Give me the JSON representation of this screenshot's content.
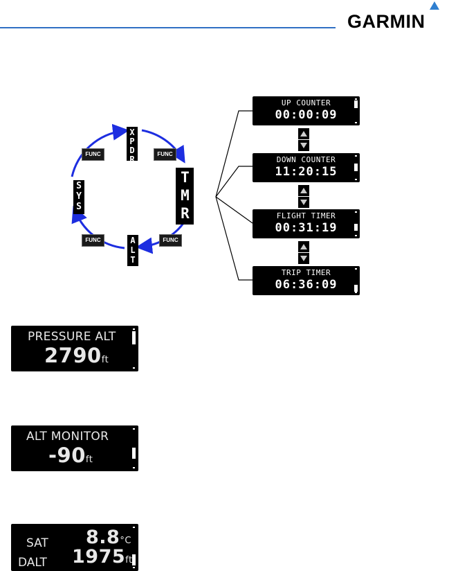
{
  "header": {
    "brand": "GARMIN"
  },
  "mode_cycle": {
    "modes": [
      "XPDR",
      "TMR",
      "ALT",
      "SYS"
    ],
    "func_label": "FUNC"
  },
  "timers": [
    {
      "title": "UP COUNTER",
      "value": "00:00:09"
    },
    {
      "title": "DOWN COUNTER",
      "value": "11:20:15"
    },
    {
      "title": "FLIGHT TIMER",
      "value": "00:31:19"
    },
    {
      "title": "TRIP TIMER",
      "value": "06:36:09"
    }
  ],
  "alt_displays": {
    "pressure": {
      "title": "PRESSURE ALT",
      "value": "2790",
      "unit": "ft"
    },
    "monitor": {
      "title": "ALT MONITOR",
      "value": "-90",
      "unit": "ft"
    },
    "sat": {
      "label": "SAT",
      "value": "8.8",
      "unit": "°C"
    },
    "dalt": {
      "label": "DALT",
      "value": "1975",
      "unit": "ft"
    }
  },
  "colors": {
    "accent": "#2f6fc3",
    "cycle_arrow": "#1d2ee0",
    "logo_triangle": "#2f7fd0"
  }
}
